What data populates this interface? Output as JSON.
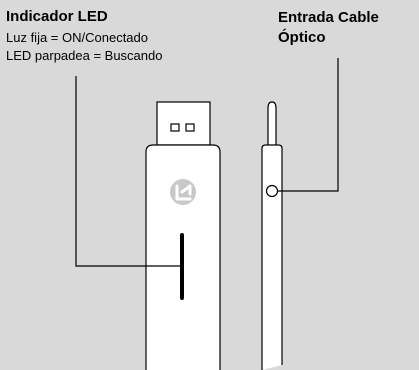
{
  "led_indicator": {
    "title": "Indicador LED",
    "line1": "Luz fija = ON/Conectado",
    "line2": "LED parpadea = Buscando"
  },
  "optical_input": {
    "title_line1": "Entrada Cable",
    "title_line2": "Óptico"
  },
  "colors": {
    "background": "#d9d9d9",
    "device_body": "#ffffff",
    "outline": "#000000",
    "logo": "#c8c8c8",
    "led_bar": "#000000"
  },
  "icons": {
    "logo": "brand-logo-icon",
    "led": "led-indicator-icon",
    "port": "optical-port-icon"
  }
}
